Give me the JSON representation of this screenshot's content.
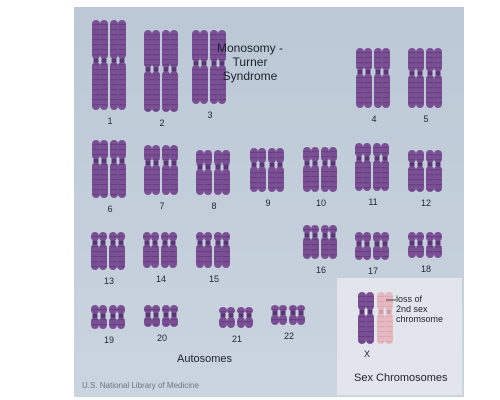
{
  "title_lines": [
    "Monosomy -",
    "Turner",
    "Syndrome"
  ],
  "chromosome_labels": [
    "1",
    "2",
    "3",
    "4",
    "5",
    "6",
    "7",
    "8",
    "9",
    "10",
    "11",
    "12",
    "13",
    "14",
    "15",
    "16",
    "17",
    "18",
    "19",
    "20",
    "21",
    "22"
  ],
  "autosomes_label": "Autosomes",
  "sex_chromosomes_label": "Sex Chromosomes",
  "x_label": "X",
  "loss_note_lines": [
    "loss of",
    "2nd sex",
    "chromsome"
  ],
  "credit": "U.S. National Library of Medicine",
  "colors": {
    "chromosome": "#7a4f94",
    "chromosome_dark": "#5a3574",
    "missing_chromosome": "#e6b9c2",
    "panel": "#c4cfdb",
    "sex_box": "#e2e6ec"
  }
}
